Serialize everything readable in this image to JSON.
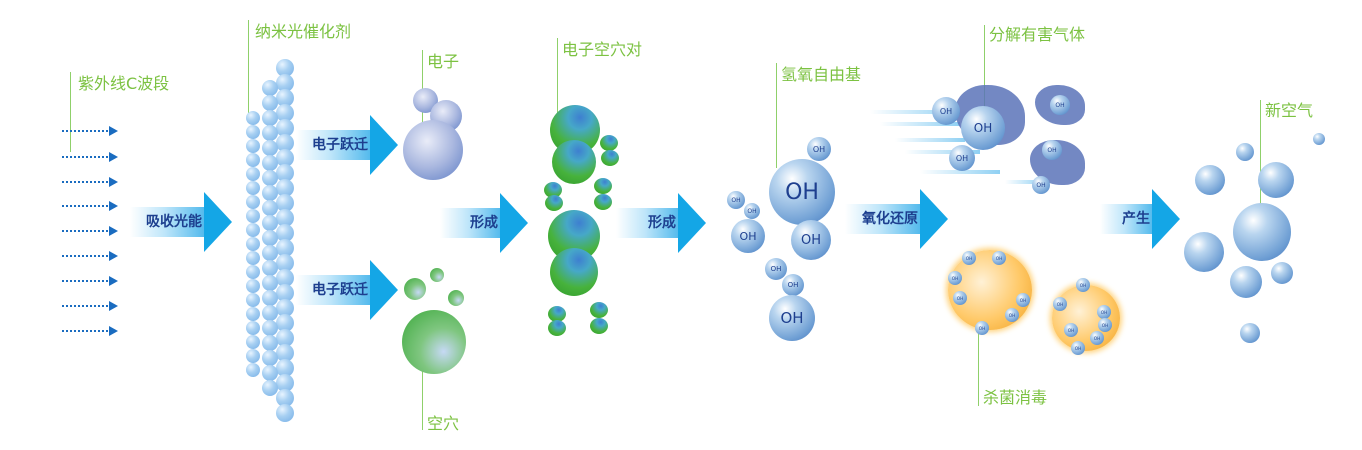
{
  "labels": {
    "uvc": "紫外线C波段",
    "catalyst": "纳米光催化剂",
    "electron": "电子",
    "hole": "空穴",
    "pair": "电子空穴对",
    "hydroxyl": "氢氧自由基",
    "decompose": "分解有害气体",
    "sterilize": "杀菌消毒",
    "fresh_air": "新空气"
  },
  "arrows": {
    "absorb": "吸收光能",
    "transition_top": "电子跃迁",
    "transition_bottom": "电子跃迁",
    "form_1": "形成",
    "form_2": "形成",
    "redox": "氧化还原",
    "produce": "产生"
  },
  "oh_label": "OH",
  "colors": {
    "label_green": "#7cc242",
    "arrow_blue": "#14a6e6",
    "arrow_text": "#1d3f8f"
  }
}
